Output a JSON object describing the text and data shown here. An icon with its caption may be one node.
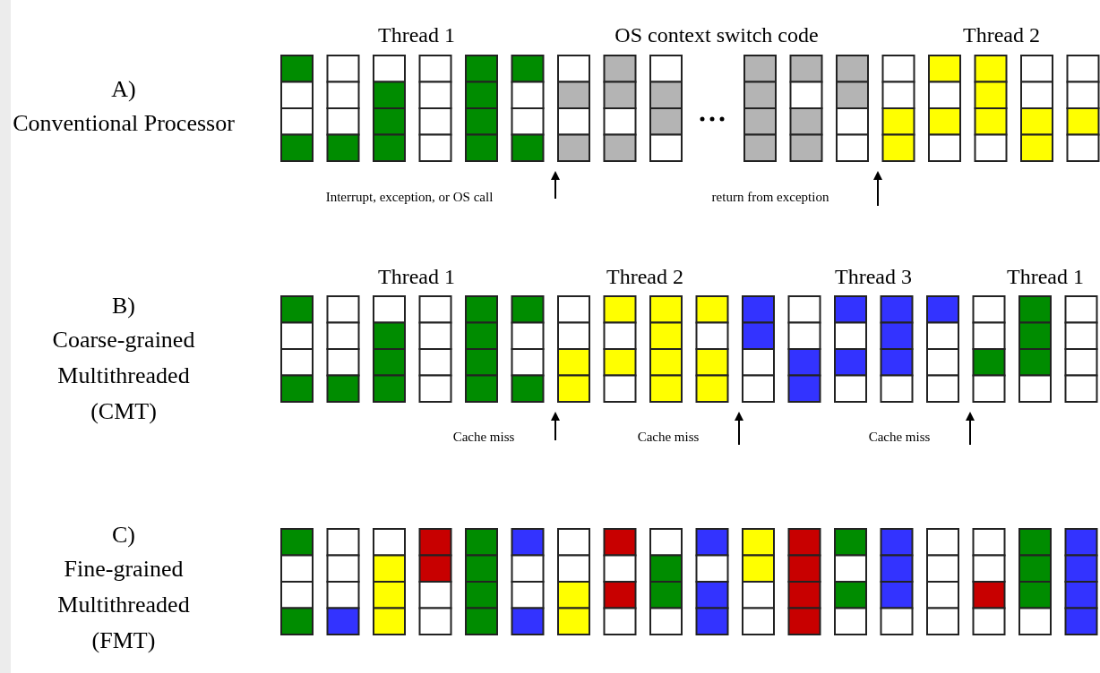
{
  "diagram": {
    "labels": [
      "Thread 1",
      "OS context switch code",
      "Thread 2",
      "A)",
      "Conventional Processor",
      "Interrupt, exception, or OS call",
      "return from exception",
      "Thread 1",
      "Thread 2",
      "Thread 3",
      "Thread 1",
      "B)",
      "Coarse-grained Multithreaded",
      "(CMT)",
      "Cache miss",
      "Cache miss",
      "Cache miss",
      "C)",
      "Fine-grained Multithreaded",
      "(FMT)"
    ]
  }
}
